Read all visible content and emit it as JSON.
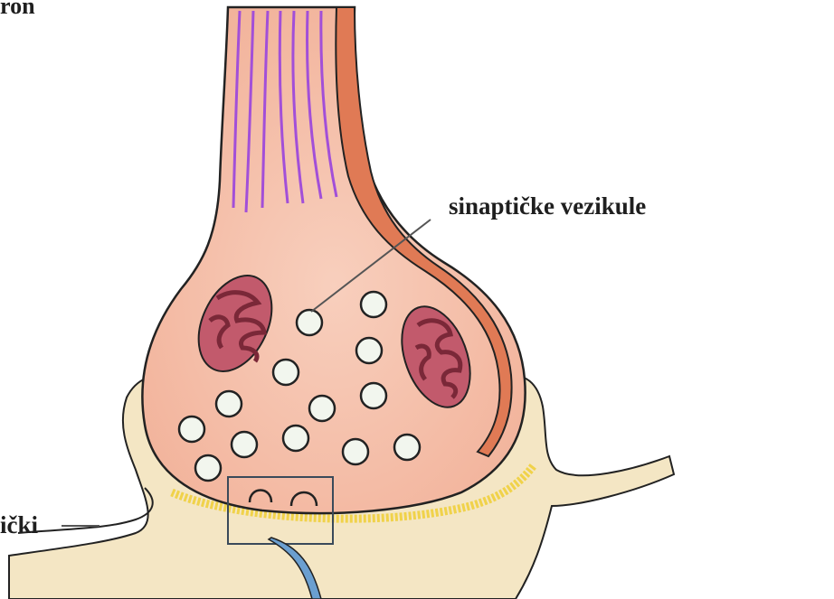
{
  "labels": {
    "top_left_fragment": "ron",
    "vesicles": "sinaptičke vezikule",
    "bottom_left_fragment": "ički"
  },
  "colors": {
    "axon_fill": "#f3b49a",
    "axon_edge_band": "#e07a55",
    "terminal_fill": "#f2b39b",
    "terminal_highlight": "#f8cfbd",
    "microtubule": "#a24fd8",
    "mitochondrion_outer": "#c25a6c",
    "mitochondrion_inner": "#7a2838",
    "vesicle_fill": "#f2f6ee",
    "postsynaptic_fill": "#f4e6c4",
    "receptor_band": "#f0d24a",
    "outline": "#222222",
    "pointer_fiber": "#6b9fd0"
  },
  "icons": {
    "mitochondria": "mitochondrion-icon",
    "vesicles": "synaptic-vesicle-icon"
  }
}
